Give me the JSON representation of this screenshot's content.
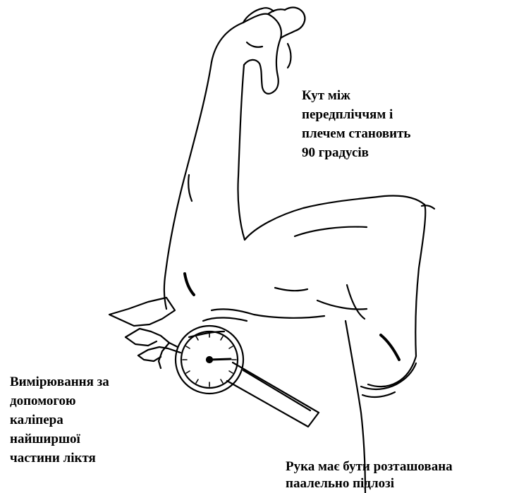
{
  "annotations": {
    "angle": {
      "lines": [
        "Кут між",
        "передпліччям і",
        "плечем становить",
        "90 градусів"
      ]
    },
    "caliper": {
      "lines": [
        "Вимірювання за",
        "допомогою",
        "каліпера",
        "найширшої",
        "частини ліктя"
      ]
    },
    "arm_position": {
      "lines": [
        "Рука має бути розташована",
        "паалельно підлозі"
      ]
    }
  },
  "colors": {
    "line": "#000000",
    "background": "#ffffff"
  }
}
